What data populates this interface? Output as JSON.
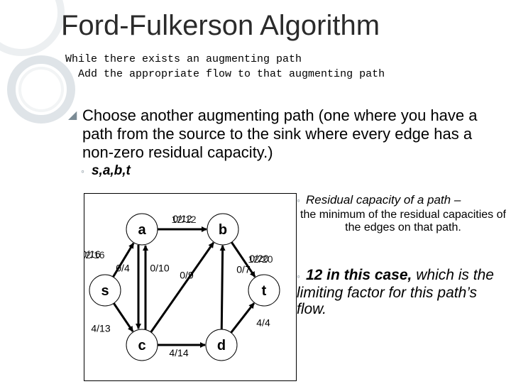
{
  "slide": {
    "title": "Ford-Fulkerson Algorithm",
    "code_line_1": "While there exists an augmenting path",
    "code_line_2": "  Add the appropriate flow to that augmenting path",
    "bullet_main": "Choose another augmenting path (one where you have a path from the source to the sink where every edge has a non-zero residual capacity.)",
    "sub_bullet": "s,a,b,t",
    "side_bullet_1_head": "Residual capacity of a path –",
    "side_bullet_1_body": "the minimum of the residual capacities of the edges on that path.",
    "side_bullet_2_bold": "12 in this case,",
    "side_bullet_2_rest": "which is the limiting factor for this path’s flow."
  },
  "graph": {
    "nodes": [
      {
        "id": "s",
        "label": "s"
      },
      {
        "id": "a",
        "label": "a"
      },
      {
        "id": "b",
        "label": "b"
      },
      {
        "id": "t",
        "label": "t"
      },
      {
        "id": "c",
        "label": "c"
      },
      {
        "id": "d",
        "label": "d"
      }
    ],
    "edges": [
      {
        "from": "s",
        "to": "a",
        "label_under": "0/16",
        "label_over": "12/16"
      },
      {
        "from": "a",
        "to": "b",
        "label_under": "0/12",
        "label_over": "12/12"
      },
      {
        "from": "b",
        "to": "t",
        "label_under": "0/20",
        "label_over": "12/20"
      },
      {
        "from": "c",
        "to": "b",
        "label": "0/9"
      },
      {
        "from": "a",
        "to": "c",
        "label": "0/4"
      },
      {
        "from": "c",
        "to": "a",
        "label": "0/10"
      },
      {
        "from": "d",
        "to": "b",
        "label": "0/7"
      },
      {
        "from": "s",
        "to": "c",
        "label": "4/13"
      },
      {
        "from": "c",
        "to": "d",
        "label": "4/14"
      },
      {
        "from": "d",
        "to": "t",
        "label": "4/4"
      }
    ]
  },
  "colors": {
    "node_fill": "#ffffff",
    "stroke": "#000000",
    "bullet": "#7b8b95",
    "title": "#2b2b2b"
  }
}
